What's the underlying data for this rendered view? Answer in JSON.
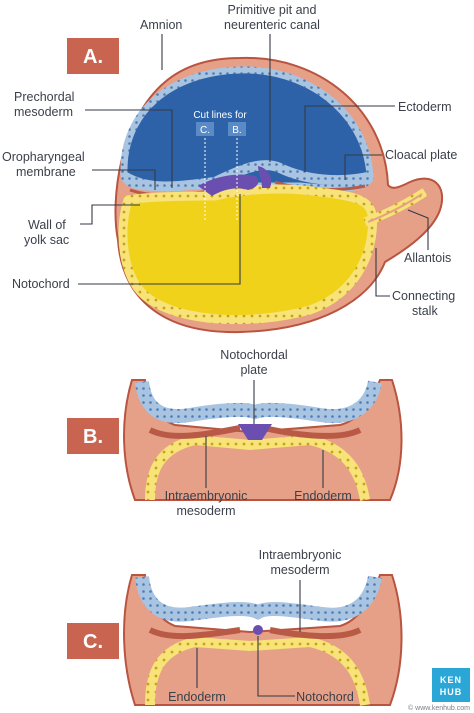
{
  "panels": {
    "a": {
      "badge": "A."
    },
    "b": {
      "badge": "B."
    },
    "c": {
      "badge": "C."
    }
  },
  "labels_a": {
    "amnion": "Amnion",
    "primitive_pit_1": "Primitive pit and",
    "primitive_pit_2": "neurenteric canal",
    "prechordal_1": "Prechordal",
    "prechordal_2": "mesoderm",
    "ectoderm": "Ectoderm",
    "oropharyngeal_1": "Oropharyngeal",
    "oropharyngeal_2": "membrane",
    "cloacal_plate": "Cloacal plate",
    "cut_lines": "Cut lines for",
    "cut_c": "C.",
    "cut_b": "B.",
    "wall_yolk_1": "Wall of",
    "wall_yolk_2": "yolk sac",
    "allantois": "Allantois",
    "notochord": "Notochord",
    "connecting_1": "Connecting",
    "connecting_2": "stalk"
  },
  "labels_b": {
    "notochordal_1": "Notochordal",
    "notochordal_2": "plate",
    "intra_1": "Intraembryonic",
    "intra_2": "mesoderm",
    "endoderm": "Endoderm"
  },
  "labels_c": {
    "intra_1": "Intraembryonic",
    "intra_2": "mesoderm",
    "endoderm": "Endoderm",
    "notochord": "Notochord"
  },
  "logo": {
    "line1": "KEN",
    "line2": "HUB"
  },
  "credit": "© www.kenhub.com",
  "colors": {
    "badge": "#c96451",
    "ectoderm_fill": "#2d62a8",
    "ectoderm_cells": "#a9c4e0",
    "yolk_fill": "#f1d21b",
    "yolk_cells": "#fbeb7a",
    "mesoderm": "#b85a45",
    "outer_tissue": "#e6a087",
    "notochord": "#6a4fb0",
    "logo": "#2aa7d6"
  }
}
